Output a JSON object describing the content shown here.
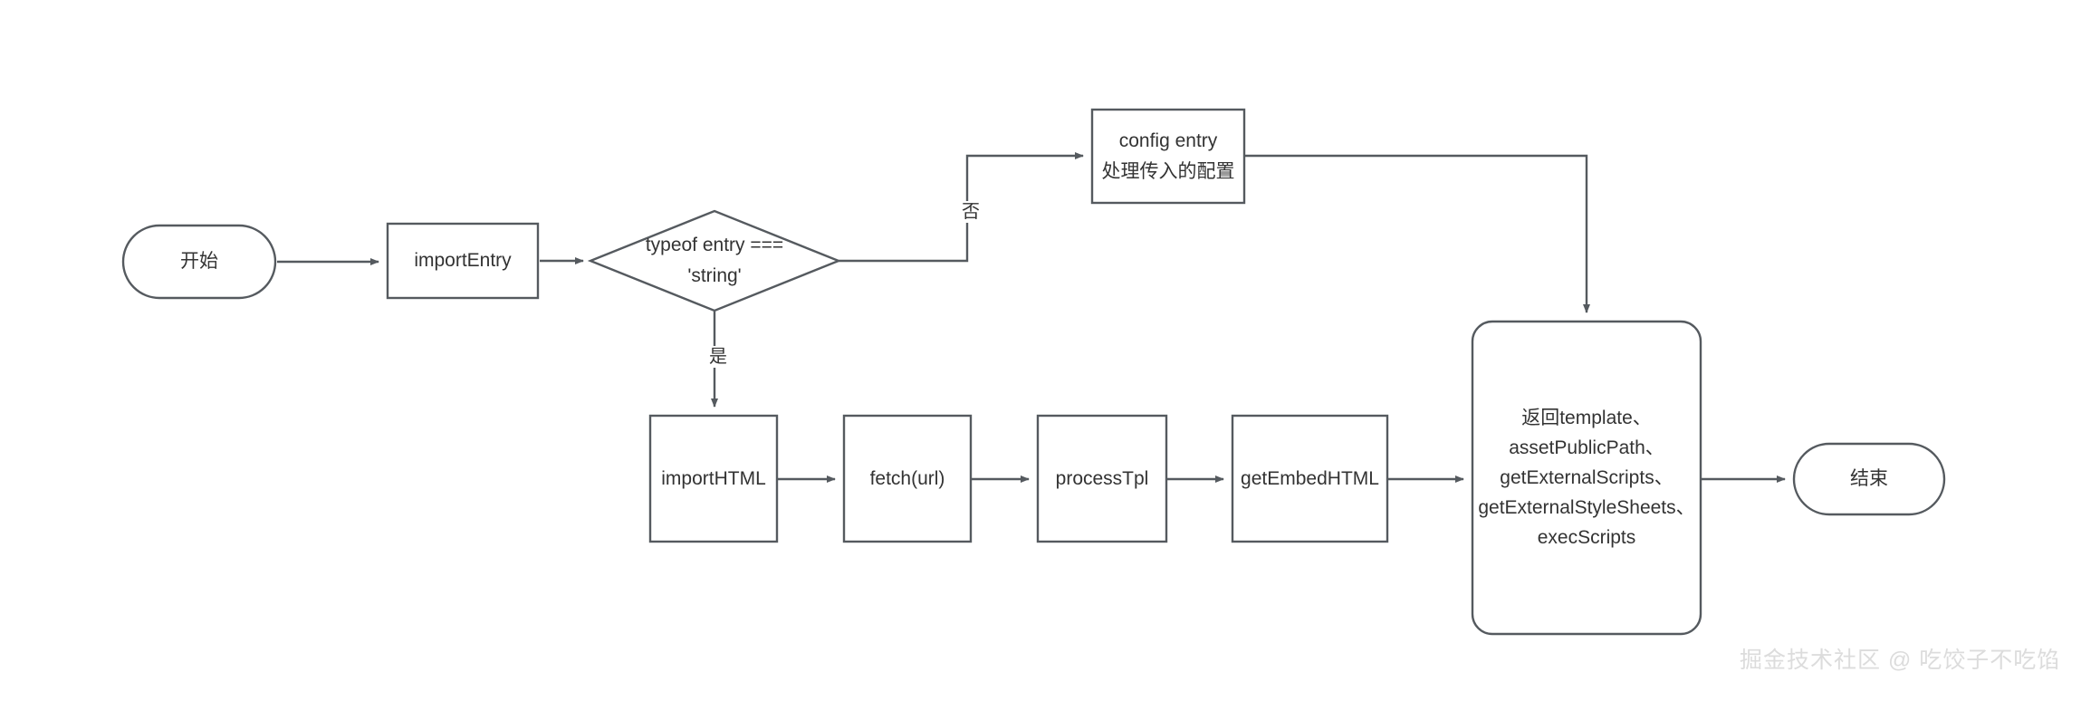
{
  "diagram": {
    "title": "importEntry flowchart",
    "stroke_color": "#555a5f",
    "text_color": "#333333",
    "background": "#ffffff",
    "nodes": [
      {
        "id": "start",
        "shape": "stadium",
        "label": "开始"
      },
      {
        "id": "importEntry",
        "shape": "rect",
        "label": "importEntry"
      },
      {
        "id": "decision",
        "shape": "diamond",
        "label_line1": "typeof entry ===",
        "label_line2": "'string'"
      },
      {
        "id": "configEntry",
        "shape": "rect",
        "label_line1": "config entry",
        "label_line2": "处理传入的配置"
      },
      {
        "id": "importHTML",
        "shape": "rect",
        "label": "importHTML"
      },
      {
        "id": "fetchUrl",
        "shape": "rect",
        "label": "fetch(url)"
      },
      {
        "id": "processTpl",
        "shape": "rect",
        "label": "processTpl"
      },
      {
        "id": "getEmbedHTML",
        "shape": "rect",
        "label": "getEmbedHTML"
      },
      {
        "id": "result",
        "shape": "round-rect",
        "label_line1": "返回template、",
        "label_line2": "assetPublicPath、",
        "label_line3": "getExternalScripts、",
        "label_line4": "getExternalStyleSheets、",
        "label_line5": "execScripts"
      },
      {
        "id": "end",
        "shape": "stadium",
        "label": "结束"
      }
    ],
    "edges": [
      {
        "from": "start",
        "to": "importEntry",
        "label": ""
      },
      {
        "from": "importEntry",
        "to": "decision",
        "label": ""
      },
      {
        "from": "decision",
        "to": "configEntry",
        "label": "否"
      },
      {
        "from": "decision",
        "to": "importHTML",
        "label": "是"
      },
      {
        "from": "configEntry",
        "to": "result",
        "label": ""
      },
      {
        "from": "importHTML",
        "to": "fetchUrl",
        "label": ""
      },
      {
        "from": "fetchUrl",
        "to": "processTpl",
        "label": ""
      },
      {
        "from": "processTpl",
        "to": "getEmbedHTML",
        "label": ""
      },
      {
        "from": "getEmbedHTML",
        "to": "result",
        "label": ""
      },
      {
        "from": "result",
        "to": "end",
        "label": ""
      }
    ]
  },
  "watermark": {
    "text": "掘金技术社区 @ 吃饺子不吃馅"
  }
}
